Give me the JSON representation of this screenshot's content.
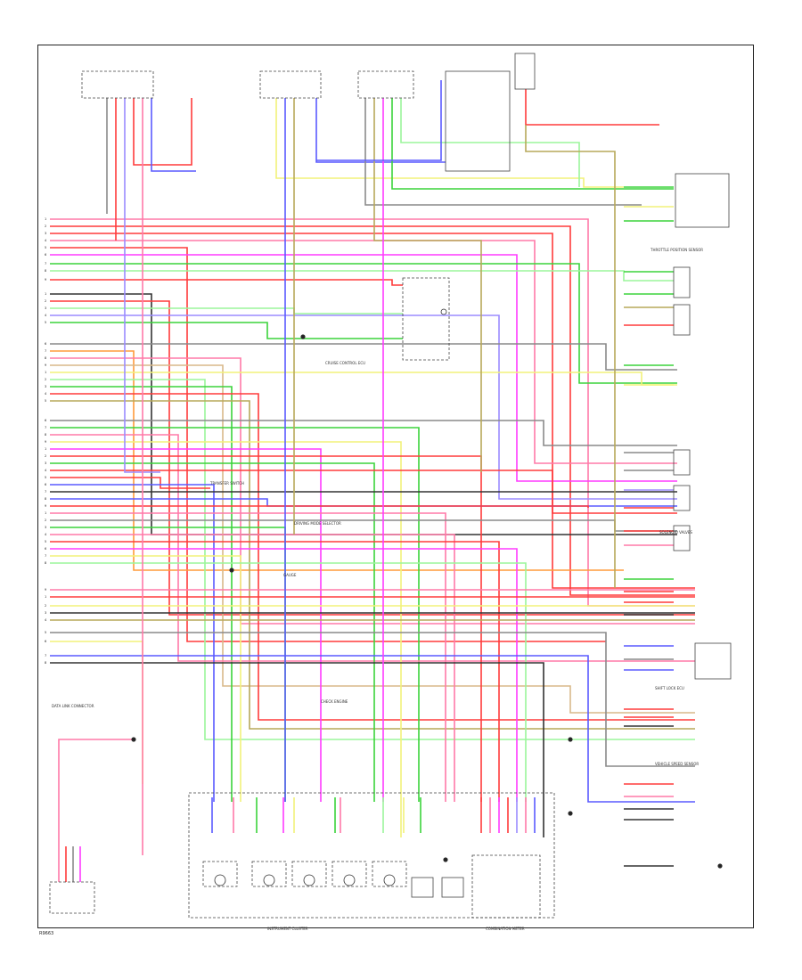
{
  "figure_code": "R9663",
  "colors": {
    "red": "#ff3b3b",
    "pink": "#ff7aa8",
    "magenta": "#ff3bff",
    "green": "#3bd43b",
    "light_green": "#9bf59b",
    "yellow": "#f2f27a",
    "olive": "#b7a85a",
    "blue": "#5a5aff",
    "lavender": "#9b8cff",
    "gray": "#8a8a8a",
    "dark": "#333333",
    "tan": "#d9b98a",
    "orange": "#ff9b3b"
  },
  "component_labels": {
    "instrument_cluster": "INSTRUMENT CLUSTER",
    "combination_meter": "COMBINATION METER",
    "transfer_switch": "TRANSFER SWITCH",
    "driving_mode_selector": "DRIVING MODE SELECTOR",
    "cruise_control": "CRUISE CONTROL ECU",
    "throttle_sensor": "THROTTLE POSITION SENSOR",
    "speed_sensor": "VEHICLE SPEED SENSOR",
    "shift_lock": "SHIFT LOCK ECU",
    "solenoid": "SOLENOID VALVES",
    "data_link": "DATA LINK CONNECTOR",
    "gauge": "GAUGE",
    "check_engine": "CHECK ENGINE"
  }
}
